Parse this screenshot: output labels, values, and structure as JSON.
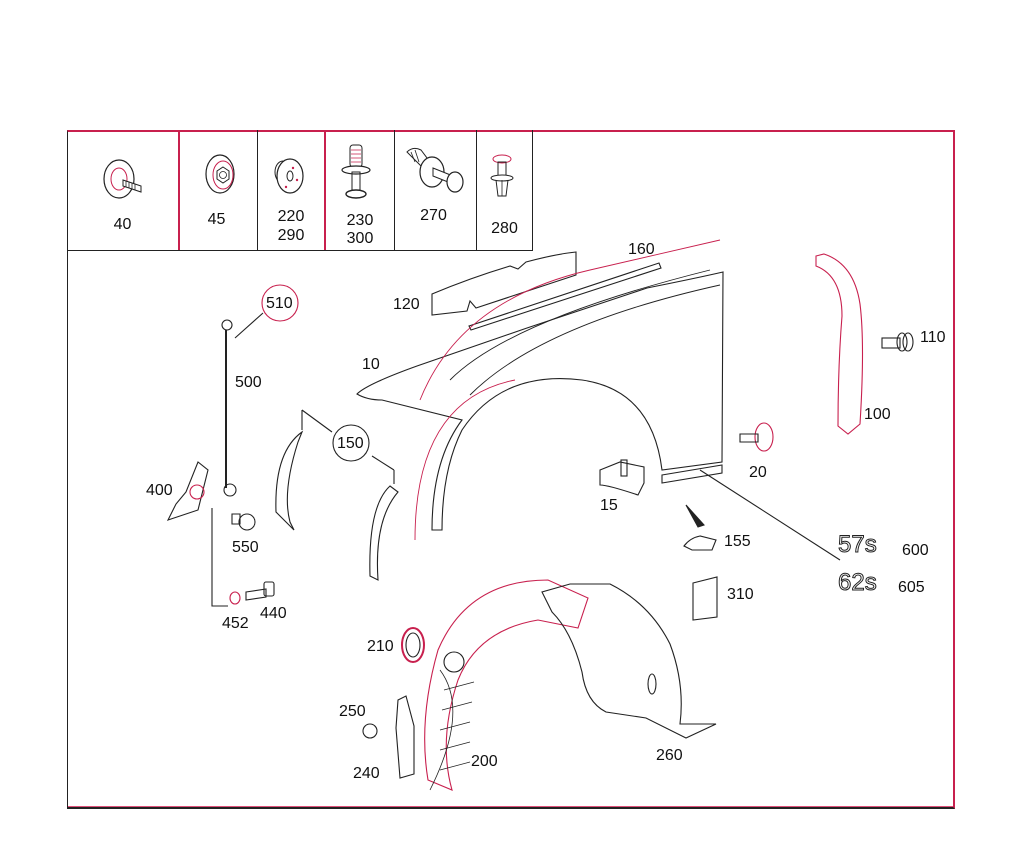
{
  "diagram": {
    "title": "",
    "frame_colors": {
      "accent": "#c8204e",
      "line": "#222222"
    },
    "legend_cells": [
      {
        "id": "40",
        "lines": [
          "40"
        ],
        "icon": "washer-bolt"
      },
      {
        "id": "45",
        "lines": [
          "45"
        ],
        "icon": "washer-nut"
      },
      {
        "id": "220",
        "lines": [
          "220",
          "290"
        ],
        "icon": "grommet-plug"
      },
      {
        "id": "230",
        "lines": [
          "230",
          "300"
        ],
        "icon": "spreader-rivet"
      },
      {
        "id": "270",
        "lines": [
          "270"
        ],
        "icon": "expansion-clip"
      },
      {
        "id": "280",
        "lines": [
          "280"
        ],
        "icon": "push-rivet"
      }
    ],
    "part_labels": {
      "p10": "10",
      "p120": "120",
      "p160": "160",
      "p110": "110",
      "p100": "100",
      "p510": "510",
      "p500": "500",
      "p400": "400",
      "p150": "150",
      "p550": "550",
      "p452": "452",
      "p440": "440",
      "p15": "15",
      "p20": "20",
      "p155": "155",
      "p600": "600",
      "p605": "605",
      "p310": "310",
      "p210": "210",
      "p250": "250",
      "p240": "240",
      "p200": "200",
      "p260": "260"
    },
    "badges": {
      "b57s": "57s",
      "b62s": "62s"
    }
  }
}
